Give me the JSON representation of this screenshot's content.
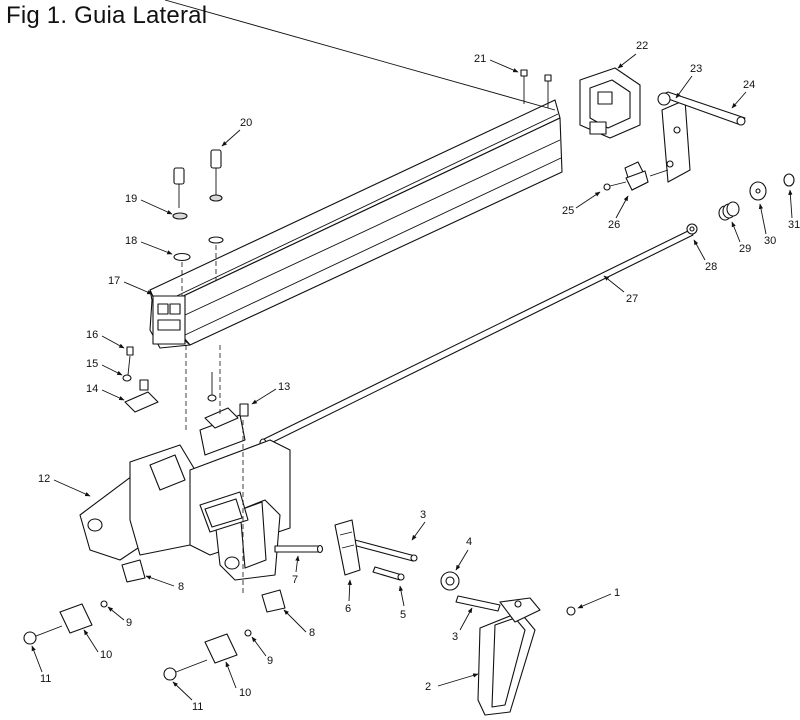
{
  "figure": {
    "title": "Fig 1. Guia Lateral"
  },
  "callouts": [
    {
      "n": "1"
    },
    {
      "n": "2"
    },
    {
      "n": "3"
    },
    {
      "n": "3"
    },
    {
      "n": "4"
    },
    {
      "n": "5"
    },
    {
      "n": "6"
    },
    {
      "n": "7"
    },
    {
      "n": "8"
    },
    {
      "n": "8"
    },
    {
      "n": "9"
    },
    {
      "n": "9"
    },
    {
      "n": "10"
    },
    {
      "n": "10"
    },
    {
      "n": "11"
    },
    {
      "n": "11"
    },
    {
      "n": "12"
    },
    {
      "n": "13"
    },
    {
      "n": "14"
    },
    {
      "n": "15"
    },
    {
      "n": "16"
    },
    {
      "n": "17"
    },
    {
      "n": "18"
    },
    {
      "n": "19"
    },
    {
      "n": "20"
    },
    {
      "n": "21"
    },
    {
      "n": "22"
    },
    {
      "n": "23"
    },
    {
      "n": "24"
    },
    {
      "n": "25"
    },
    {
      "n": "26"
    },
    {
      "n": "27"
    },
    {
      "n": "28"
    },
    {
      "n": "29"
    },
    {
      "n": "30"
    },
    {
      "n": "31"
    }
  ]
}
